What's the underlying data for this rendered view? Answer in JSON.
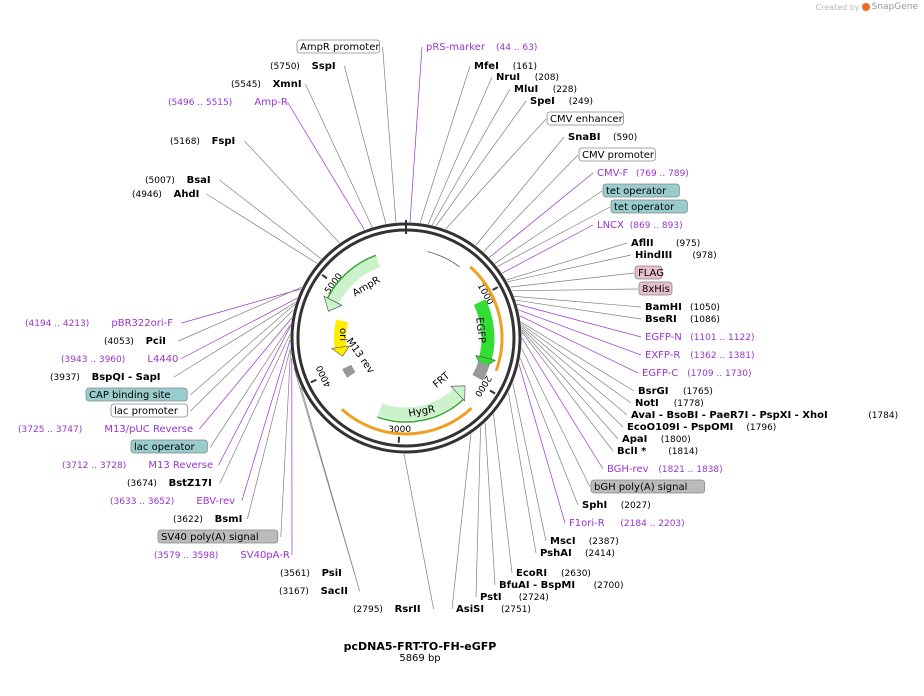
{
  "header": {
    "credit_prefix": "Created by",
    "credit_brand": "SnapGene"
  },
  "plasmid": {
    "name": "pcDNA5-FRT-TO-FH-eGFP",
    "size_label": "5869 bp",
    "ticks": [
      "1000",
      "2000",
      "3000",
      "4000",
      "5000"
    ]
  },
  "colors": {
    "backbone": "#333333",
    "leader": "#7f7f7f",
    "primer": "#9933cc",
    "promoter_fill": "#ffffff",
    "operator_fill": "#99cccc",
    "tag_fill": "#e7bfc9",
    "polya_fill": "#bbbbbb",
    "gfp": "#33dd33",
    "ampr": "#ccf2cc",
    "ori": "#ffee00",
    "hygr": "#ccf2cc",
    "orange_arc": "#f0a020"
  },
  "labels": [
    {
      "kind": "feature",
      "text": "AmpR promoter",
      "pos": ""
    },
    {
      "kind": "primer",
      "text": "pRS-marker",
      "pos": "(44 .. 63)"
    },
    {
      "kind": "site",
      "text": "SspI",
      "pos": "(5750)"
    },
    {
      "kind": "site",
      "text": "MfeI",
      "pos": "(161)"
    },
    {
      "kind": "site",
      "text": "XmnI",
      "pos": "(5545)"
    },
    {
      "kind": "site",
      "text": "NruI",
      "pos": "(208)"
    },
    {
      "kind": "site",
      "text": "MluI",
      "pos": "(228)"
    },
    {
      "kind": "primer",
      "text": "Amp-R",
      "pos": "(5496 .. 5515)"
    },
    {
      "kind": "site",
      "text": "SpeI",
      "pos": "(249)"
    },
    {
      "kind": "feature",
      "text": "CMV enhancer",
      "pos": ""
    },
    {
      "kind": "site",
      "text": "FspI",
      "pos": "(5168)"
    },
    {
      "kind": "site",
      "text": "SnaBI",
      "pos": "(590)"
    },
    {
      "kind": "feature",
      "text": "CMV promoter",
      "pos": ""
    },
    {
      "kind": "primer",
      "text": "CMV-F",
      "pos": "(769 .. 789)"
    },
    {
      "kind": "site",
      "text": "BsaI",
      "pos": "(5007)"
    },
    {
      "kind": "operator",
      "text": "tet operator",
      "pos": ""
    },
    {
      "kind": "site",
      "text": "AhdI",
      "pos": "(4946)"
    },
    {
      "kind": "operator",
      "text": "tet operator",
      "pos": ""
    },
    {
      "kind": "primer",
      "text": "LNCX",
      "pos": "(869 .. 893)"
    },
    {
      "kind": "site",
      "text": "AflII",
      "pos": "(975)"
    },
    {
      "kind": "site",
      "text": "HindIII",
      "pos": "(978)"
    },
    {
      "kind": "tag",
      "text": "FLAG",
      "pos": ""
    },
    {
      "kind": "tag",
      "text": "8xHis",
      "pos": ""
    },
    {
      "kind": "site",
      "text": "BamHI",
      "pos": "(1050)"
    },
    {
      "kind": "site",
      "text": "BseRI",
      "pos": "(1086)"
    },
    {
      "kind": "primer",
      "text": "pBR322ori-F",
      "pos": "(4194 .. 4213)"
    },
    {
      "kind": "primer",
      "text": "EGFP-N",
      "pos": "(1101 .. 1122)"
    },
    {
      "kind": "site",
      "text": "PciI",
      "pos": "(4053)"
    },
    {
      "kind": "primer",
      "text": "EXFP-R",
      "pos": "(1362 .. 1381)"
    },
    {
      "kind": "primer",
      "text": "L4440",
      "pos": "(3943 .. 3960)"
    },
    {
      "kind": "primer",
      "text": "EGFP-C",
      "pos": "(1709 .. 1730)"
    },
    {
      "kind": "site",
      "text": "BspQI - SapI",
      "pos": "(3937)"
    },
    {
      "kind": "site",
      "text": "BsrGI",
      "pos": "(1765)"
    },
    {
      "kind": "operator",
      "text": "CAP binding site",
      "pos": ""
    },
    {
      "kind": "site",
      "text": "NotI",
      "pos": "(1778)"
    },
    {
      "kind": "feature",
      "text": "lac promoter",
      "pos": ""
    },
    {
      "kind": "site",
      "text": "AvaI - BsoBI - PaeR7I - PspXI - XhoI",
      "pos": "(1784)"
    },
    {
      "kind": "site",
      "text": "EcoO109I - PspOMI",
      "pos": "(1796)"
    },
    {
      "kind": "primer",
      "text": "M13/pUC Reverse",
      "pos": "(3725 .. 3747)"
    },
    {
      "kind": "site",
      "text": "ApaI",
      "pos": "(1800)"
    },
    {
      "kind": "operator",
      "text": "lac operator",
      "pos": ""
    },
    {
      "kind": "site",
      "text": "BclI *",
      "pos": "(1814)"
    },
    {
      "kind": "primer",
      "text": "M13 Reverse",
      "pos": "(3712 .. 3728)"
    },
    {
      "kind": "primer",
      "text": "BGH-rev",
      "pos": "(1821 .. 1838)"
    },
    {
      "kind": "site",
      "text": "BstZ17I",
      "pos": "(3674)"
    },
    {
      "kind": "polya",
      "text": "bGH poly(A) signal",
      "pos": ""
    },
    {
      "kind": "primer",
      "text": "EBV-rev",
      "pos": "(3633 .. 3652)"
    },
    {
      "kind": "site",
      "text": "SphI",
      "pos": "(2027)"
    },
    {
      "kind": "site",
      "text": "BsmI",
      "pos": "(3622)"
    },
    {
      "kind": "primer",
      "text": "F1ori-R",
      "pos": "(2184 .. 2203)"
    },
    {
      "kind": "polya",
      "text": "SV40 poly(A) signal",
      "pos": ""
    },
    {
      "kind": "site",
      "text": "MscI",
      "pos": "(2387)"
    },
    {
      "kind": "primer",
      "text": "SV40pA-R",
      "pos": "(3579 .. 3598)"
    },
    {
      "kind": "site",
      "text": "PshAI",
      "pos": "(2414)"
    },
    {
      "kind": "site",
      "text": "EcoRI",
      "pos": "(2630)"
    },
    {
      "kind": "site",
      "text": "PsiI",
      "pos": "(3561)"
    },
    {
      "kind": "site",
      "text": "BfuAI - BspMI",
      "pos": "(2700)"
    },
    {
      "kind": "site",
      "text": "PstI",
      "pos": "(2724)"
    },
    {
      "kind": "site",
      "text": "SacII",
      "pos": "(3167)"
    },
    {
      "kind": "site",
      "text": "AsiSI",
      "pos": "(2751)"
    },
    {
      "kind": "site",
      "text": "RsrII",
      "pos": "(2795)"
    }
  ],
  "inner_features": [
    {
      "text": "AmpR"
    },
    {
      "text": "ori"
    },
    {
      "text": "M13 rev"
    },
    {
      "text": "FRT"
    },
    {
      "text": "HygR"
    },
    {
      "text": "EGFP"
    }
  ]
}
